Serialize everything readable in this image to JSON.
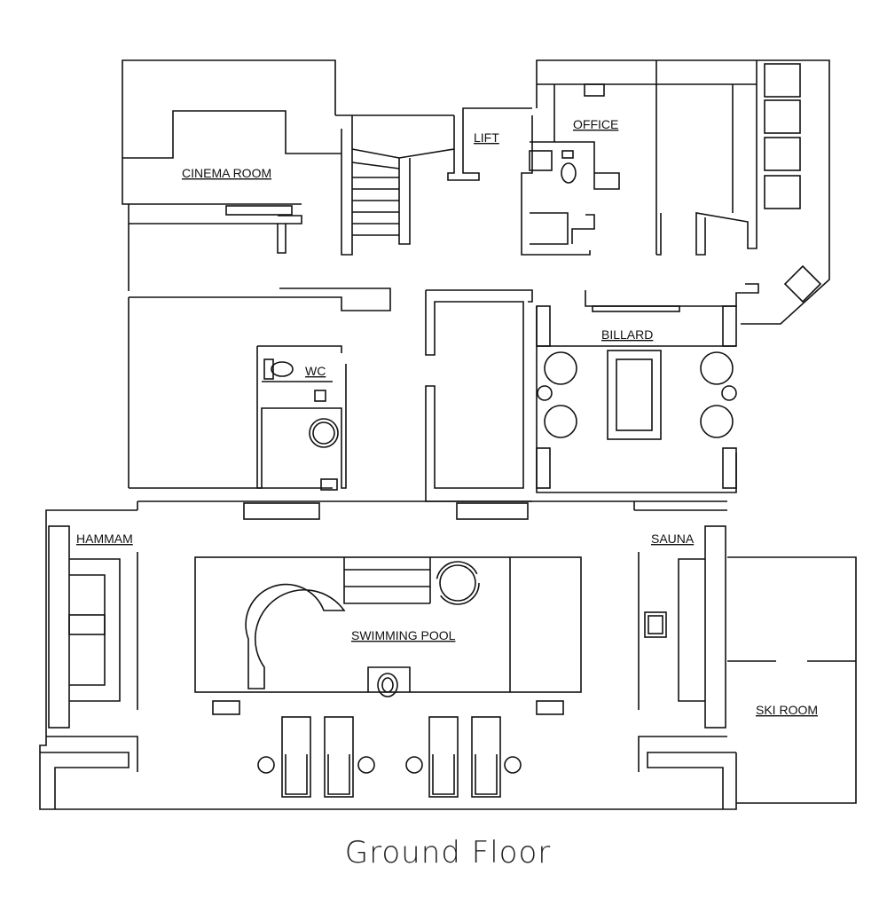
{
  "title": "Ground Floor",
  "rooms": {
    "cinema": "CINEMA ROOM",
    "lift": "LIFT",
    "office": "OFFICE",
    "billard": "BILLARD",
    "wc": "WC",
    "hammam": "HAMMAM",
    "sauna": "SAUNA",
    "pool": "SWIMMING POOL",
    "ski": "SKI ROOM"
  }
}
